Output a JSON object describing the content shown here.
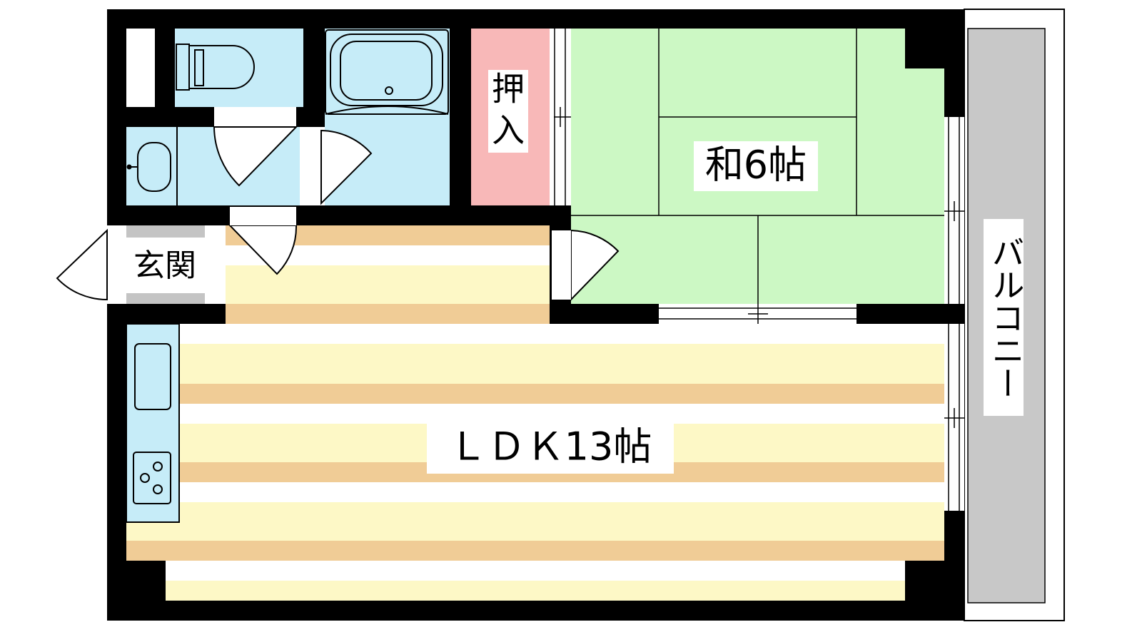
{
  "floor_plan": {
    "rooms": {
      "washitsu": {
        "label": "和6帖"
      },
      "ldk": {
        "label": "ＬＤＫ13帖"
      },
      "oshiire": {
        "label_line1": "押",
        "label_line2": "入"
      },
      "genkan": {
        "label": "玄関"
      },
      "balcony": {
        "label": "バルコニー"
      }
    },
    "colors": {
      "wall": "#000000",
      "wet_area": "#c6ecf8",
      "closet": "#f8b8b8",
      "tatami": "#ccf8c4",
      "floor_light": "#fdf8c6",
      "floor_dark": "#f0cc96",
      "balcony": "#c8c8c8",
      "genkan": "#c4c4c4"
    }
  }
}
